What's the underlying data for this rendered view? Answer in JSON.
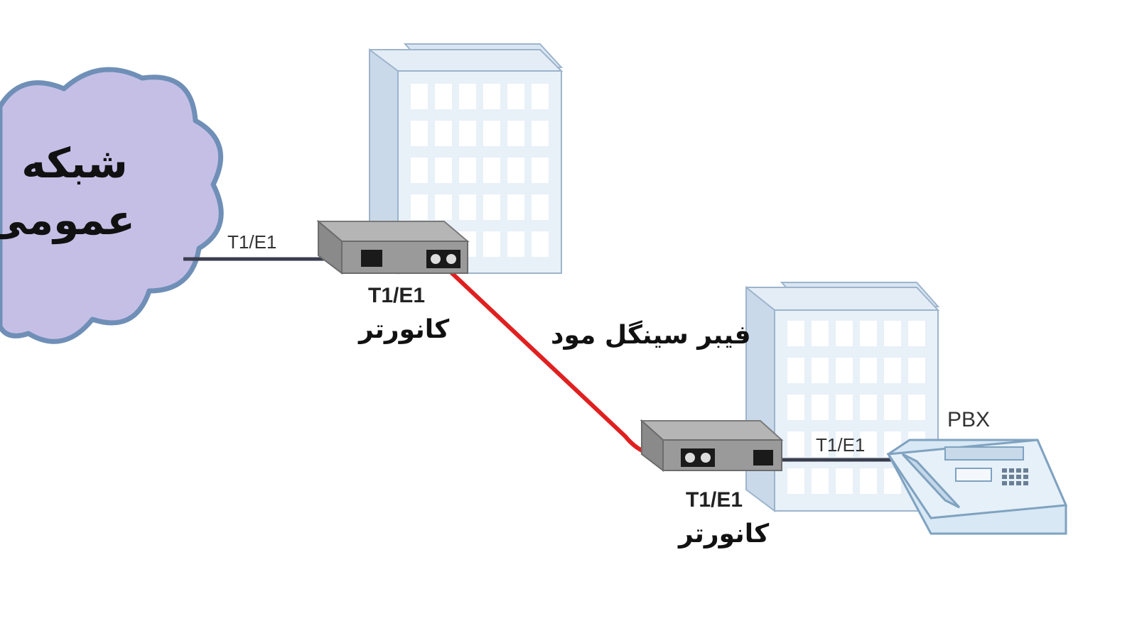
{
  "colors": {
    "cloud_fill": "#c5bfe6",
    "cloud_stroke": "#6f8fb7",
    "building_face": "#e8f0f8",
    "building_side": "#d2e0ee",
    "building_window": "#ffffff",
    "building_outline": "#9db4cc",
    "converter_body": "#9a9a9a",
    "fiber": "#e02020",
    "copper": "#3a3d4e",
    "pbx_body": "#d8e8f4"
  },
  "cloud": {
    "line1": "شبکه",
    "line2": "عمومی"
  },
  "links": {
    "cloud_to_converter": "T1/E1",
    "converter_to_pbx": "T1/E1",
    "fiber_label": "فیبر سینگل مود"
  },
  "converter_left": {
    "model": "T1/E1",
    "name": "کانورتر"
  },
  "converter_right": {
    "model": "T1/E1",
    "name": "کانورتر"
  },
  "pbx": {
    "label": "PBX"
  }
}
